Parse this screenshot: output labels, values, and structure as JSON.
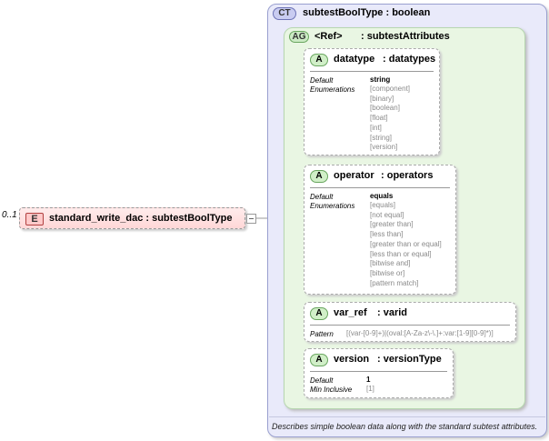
{
  "element": {
    "cardinality": "0..1",
    "badge": "E",
    "label": "standard_write_dac : subtestBoolType"
  },
  "complex_type": {
    "badge": "CT",
    "label": "subtestBoolType : boolean",
    "documentation": "Describes simple boolean data along with the standard subtest attributes."
  },
  "attribute_group": {
    "badge": "AG",
    "ref": "<Ref>",
    "name": ": subtestAttributes"
  },
  "attributes": [
    {
      "badge": "A",
      "name": "datatype",
      "type": ": datatypes",
      "props": [
        {
          "label": "Default",
          "values": [
            "string"
          ]
        },
        {
          "label": "Enumerations",
          "values": [
            "[component]",
            "[binary]",
            "[boolean]",
            "[float]",
            "[int]",
            "[string]",
            "[version]"
          ]
        }
      ]
    },
    {
      "badge": "A",
      "name": "operator",
      "type": ": operators",
      "props": [
        {
          "label": "Default",
          "values": [
            "equals"
          ]
        },
        {
          "label": "Enumerations",
          "values": [
            "[equals]",
            "[not equal]",
            "[greater than]",
            "[less than]",
            "[greater than or equal]",
            "[less than or equal]",
            "[bitwise and]",
            "[bitwise or]",
            "[pattern match]"
          ]
        }
      ]
    },
    {
      "badge": "A",
      "name": "var_ref",
      "type": ": varid",
      "props": [
        {
          "label": "Pattern",
          "values": [
            "[(var-[0-9]+)|(oval:[A-Za-z\\-\\.]+:var:[1-9][0-9]*)]"
          ]
        }
      ]
    },
    {
      "badge": "A",
      "name": "version",
      "type": ": versionType",
      "props": [
        {
          "label": "Default",
          "values": [
            "1"
          ]
        },
        {
          "label": "Min Inclusive",
          "values": [
            "[1]"
          ]
        }
      ]
    }
  ],
  "colors": {
    "element_fill": "#ffd7d7",
    "complex_type_fill": "#e9eafa",
    "attribute_group_fill": "#e9f6e3",
    "connector": "#999999"
  }
}
